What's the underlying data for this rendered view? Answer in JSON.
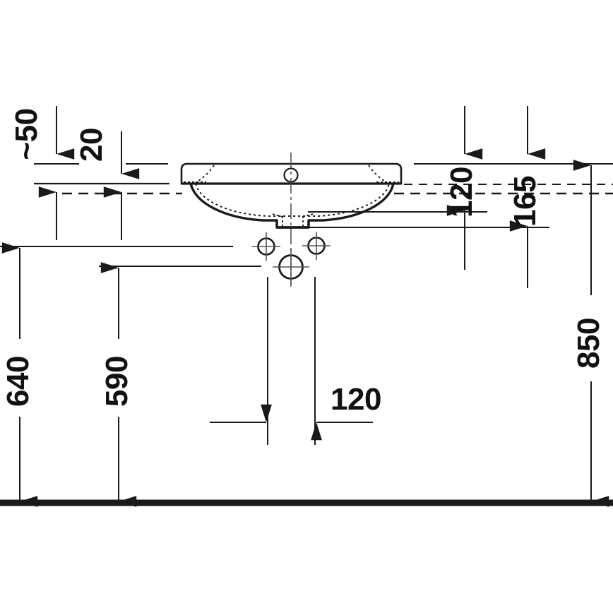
{
  "drawing": {
    "type": "technical-dimension-drawing",
    "subject": "washbasin-front-elevation",
    "units": "mm",
    "background_color": "#ffffff",
    "line_color": "#1a1a1a",
    "thin_line_color": "#3a3a3a",
    "floor_line_color": "#1a1a1a"
  },
  "dimensions": {
    "rim_thickness": {
      "label": "20",
      "value": 20,
      "orientation": "vertical",
      "position": "top-left"
    },
    "tilde_fifty": {
      "label": "~50",
      "value": 50,
      "approximate": true,
      "orientation": "vertical",
      "position": "top-left-outer"
    },
    "bowl_depth": {
      "label": "120",
      "value": 120,
      "orientation": "vertical",
      "position": "top-right-inner"
    },
    "overall_bowl": {
      "label": "165",
      "value": 165,
      "orientation": "vertical",
      "position": "top-right-outer"
    },
    "rim_height_from_floor": {
      "label": "850",
      "value": 850,
      "orientation": "vertical",
      "position": "far-right"
    },
    "underside_height": {
      "label": "640",
      "value": 640,
      "orientation": "vertical",
      "position": "far-left"
    },
    "tap_hole_height": {
      "label": "590",
      "value": 590,
      "orientation": "vertical",
      "position": "left-inner"
    },
    "hole_spacing": {
      "label": "120",
      "value": 120,
      "orientation": "horizontal",
      "position": "bottom-center"
    }
  },
  "features": {
    "overflow_hole": "overflow-hole-circle",
    "left_supply_hole": "supply-hole-left",
    "right_supply_hole": "supply-hole-right",
    "waste_outlet": "waste-outlet-circle",
    "drain_stub": "drain-stub",
    "basin_rim": "basin-rim",
    "basin_bowl": "basin-bowl-profile",
    "floor": "floor-line",
    "wall_reference": "wall-reference-line"
  },
  "text_labels": {
    "t50": "~50",
    "t20": "20",
    "t120_vertical": "120",
    "t165": "165",
    "t850": "850",
    "t640": "640",
    "t590": "590",
    "t120_horizontal": "120"
  }
}
